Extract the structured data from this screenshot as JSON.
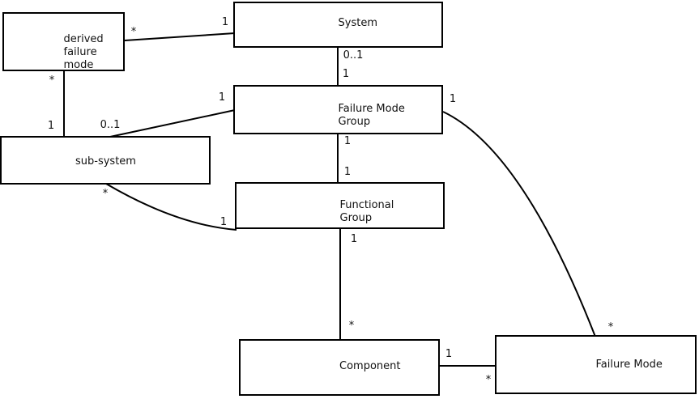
{
  "diagram": {
    "kind": "uml-class-diagram",
    "background": "#ffffff",
    "line_color": "#000000",
    "text_color": "#111111",
    "entities": {
      "derived_failure_mode": {
        "label": "derived\nfailure\nmode"
      },
      "system": {
        "label": "System"
      },
      "failure_mode_group": {
        "label": "Failure Mode\nGroup"
      },
      "sub_system": {
        "label": "sub-system"
      },
      "functional_group": {
        "label": "Functional\nGroup"
      },
      "component": {
        "label": "Component"
      },
      "failure_mode": {
        "label": "Failure Mode"
      }
    },
    "relationships": [
      {
        "from": "derived_failure_mode",
        "to": "system",
        "from_label": "*",
        "to_label": "1"
      },
      {
        "from": "derived_failure_mode",
        "to": "sub_system",
        "from_label": "*",
        "to_label": "1"
      },
      {
        "from": "sub_system",
        "to": "failure_mode_group",
        "from_label": "0..1",
        "to_label": "1"
      },
      {
        "from": "system",
        "to": "failure_mode_group",
        "from_label": "0..1",
        "to_label": "1"
      },
      {
        "from": "failure_mode_group",
        "to": "functional_group",
        "from_label": "1",
        "to_label": "1"
      },
      {
        "from": "functional_group",
        "to": "component",
        "from_label": "1",
        "to_label": "*"
      },
      {
        "from": "sub_system",
        "to": "functional_group",
        "from_label": "*",
        "to_label": "1"
      },
      {
        "from": "failure_mode_group",
        "to": "failure_mode",
        "from_label": "1",
        "to_label": "*"
      },
      {
        "from": "component",
        "to": "failure_mode",
        "from_label": "1",
        "to_label": "*"
      }
    ]
  }
}
